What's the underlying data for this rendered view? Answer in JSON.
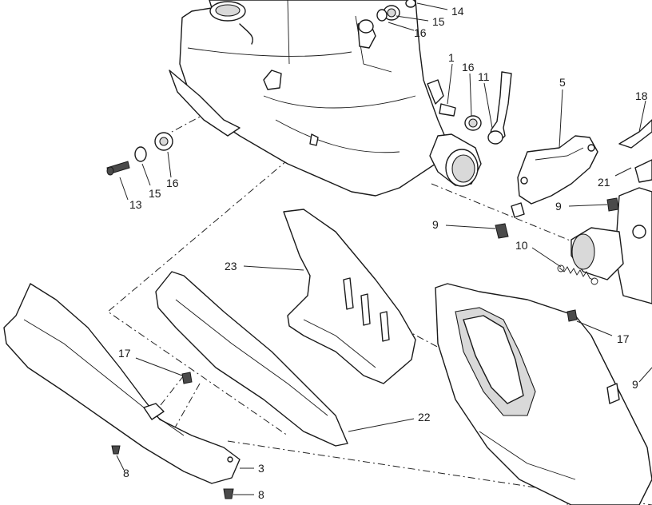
{
  "callouts": [
    {
      "id": "c14",
      "text": "14"
    },
    {
      "id": "c15a",
      "text": "15"
    },
    {
      "id": "c16a",
      "text": "16"
    },
    {
      "id": "c1",
      "text": "1"
    },
    {
      "id": "c16b",
      "text": "16"
    },
    {
      "id": "c11",
      "text": "11"
    },
    {
      "id": "c5",
      "text": "5"
    },
    {
      "id": "c18",
      "text": "18"
    },
    {
      "id": "c21",
      "text": "21"
    },
    {
      "id": "c13",
      "text": "13"
    },
    {
      "id": "c15b",
      "text": "15"
    },
    {
      "id": "c16c",
      "text": "16"
    },
    {
      "id": "c9a",
      "text": "9"
    },
    {
      "id": "c9b",
      "text": "9"
    },
    {
      "id": "c10",
      "text": "10"
    },
    {
      "id": "c23",
      "text": "23"
    },
    {
      "id": "c17a",
      "text": "17"
    },
    {
      "id": "c17b",
      "text": "17"
    },
    {
      "id": "c9c",
      "text": "9"
    },
    {
      "id": "c22",
      "text": "22"
    },
    {
      "id": "c3",
      "text": "3"
    },
    {
      "id": "c8a",
      "text": "8"
    },
    {
      "id": "c8b",
      "text": "8"
    }
  ]
}
